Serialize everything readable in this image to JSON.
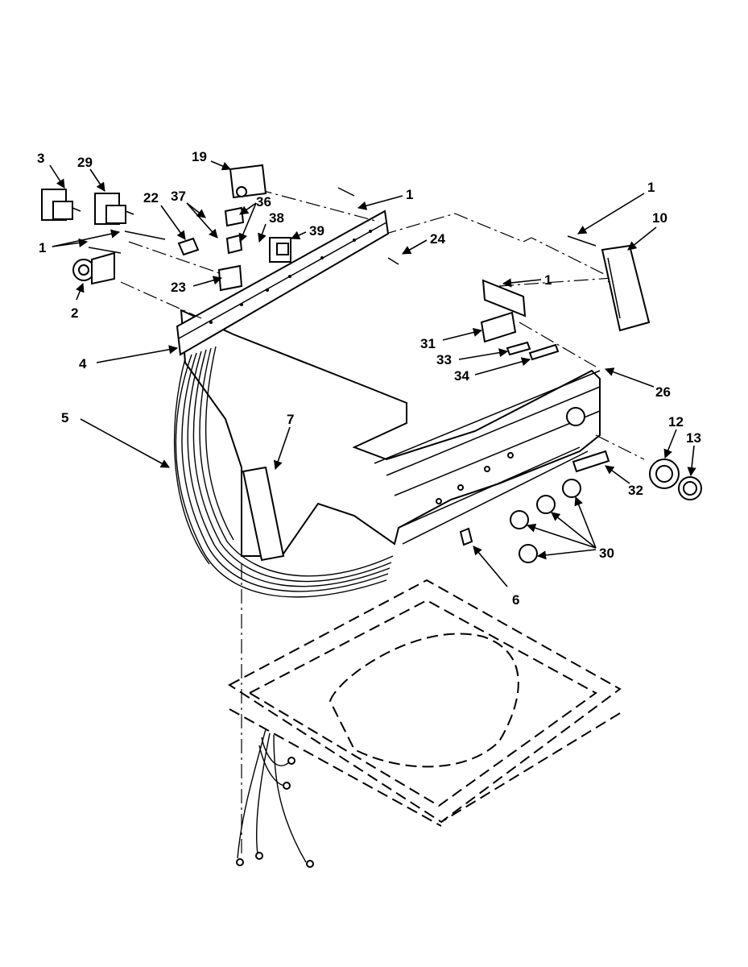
{
  "diagram": {
    "callouts": {
      "c3": "3",
      "c29": "29",
      "c19": "19",
      "c1a": "1",
      "c1b": "1",
      "c10": "10",
      "c22": "22",
      "c37": "37",
      "c36": "36",
      "c38": "38",
      "c39": "39",
      "c24": "24",
      "c1c": "1",
      "c1d": "1",
      "c23": "23",
      "c2": "2",
      "c31": "31",
      "c33": "33",
      "c34": "34",
      "c4": "4",
      "c26": "26",
      "c5": "5",
      "c7": "7",
      "c12": "12",
      "c13": "13",
      "c32": "32",
      "c30": "30",
      "c6": "6"
    }
  }
}
